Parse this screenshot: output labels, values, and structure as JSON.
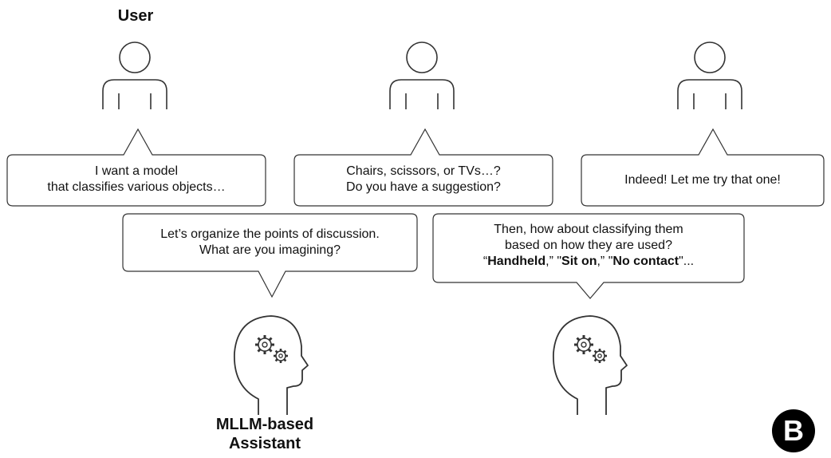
{
  "labels": {
    "user": "User",
    "assistant_line1": "MLLM-based",
    "assistant_line2": "Assistant"
  },
  "user_bubbles": [
    {
      "line1": "I want a model",
      "line2": "that classifies various objects…"
    },
    {
      "line1": "Chairs, scissors, or TVs…?",
      "line2": "Do you have a suggestion?"
    },
    {
      "line1": "Indeed! Let me try that one!"
    }
  ],
  "assistant_bubbles": [
    {
      "line1": "Let’s organize the points of discussion.",
      "line2": "What are you imagining?"
    },
    {
      "line1": "Then, how about classifying them",
      "line2": "based on how they are used?",
      "line3": {
        "q1": "“",
        "t1": "Handheld",
        "s1": ",” \"",
        "t2": "Sit on",
        "s2": ",” \"",
        "t3": "No contact",
        "s3": "\"..."
      }
    }
  ],
  "panel_badge": "B",
  "icons": [
    "user-icon",
    "user-icon",
    "user-icon",
    "head-gears-icon",
    "head-gears-icon"
  ]
}
